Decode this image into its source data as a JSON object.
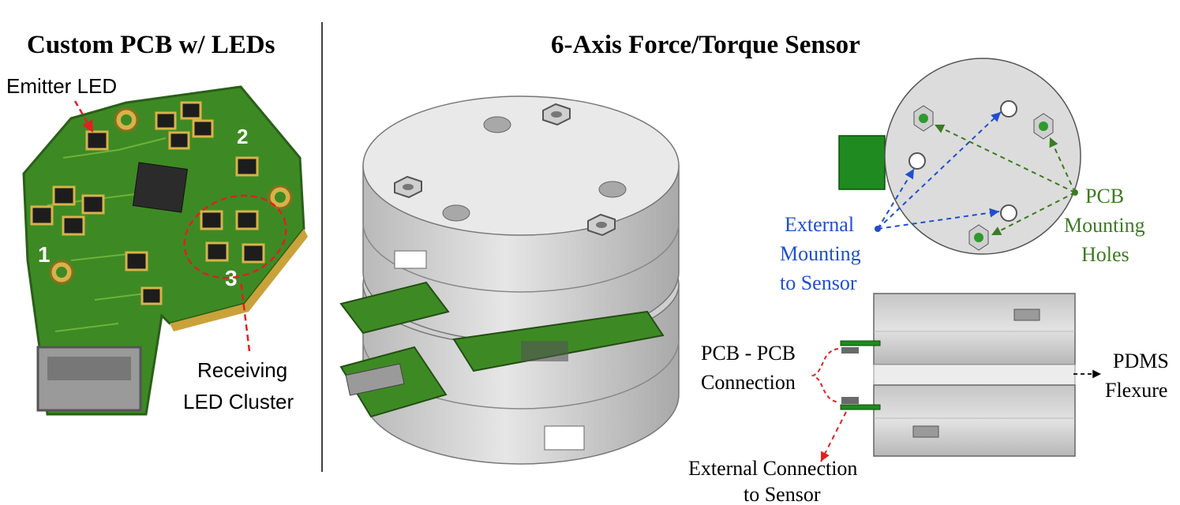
{
  "left_panel": {
    "title": "Custom PCB w/ LEDs",
    "emitter_label": "Emitter LED",
    "receiver_label_line1": "Receiving",
    "receiver_label_line2": "LED Cluster",
    "pcb_numbers": [
      "1",
      "2",
      "3"
    ]
  },
  "right_panel": {
    "title": "6-Axis Force/Torque Sensor",
    "external_mounting": [
      "External",
      "Mounting",
      "to Sensor"
    ],
    "pcb_mounting": [
      "PCB",
      "Mounting",
      "Holes"
    ],
    "pcb_connection": [
      "PCB - PCB",
      "Connection"
    ],
    "pdms_flexure": [
      "PDMS",
      "Flexure"
    ],
    "external_connection": [
      "External Connection",
      "to Sensor"
    ]
  },
  "colors": {
    "pcb_green": "#2e7d1f",
    "blue_annotation": "#1f4fd0",
    "green_annotation": "#3c7a23",
    "red_annotation": "#e02020",
    "sensor_gray": "#dcdcdc"
  }
}
